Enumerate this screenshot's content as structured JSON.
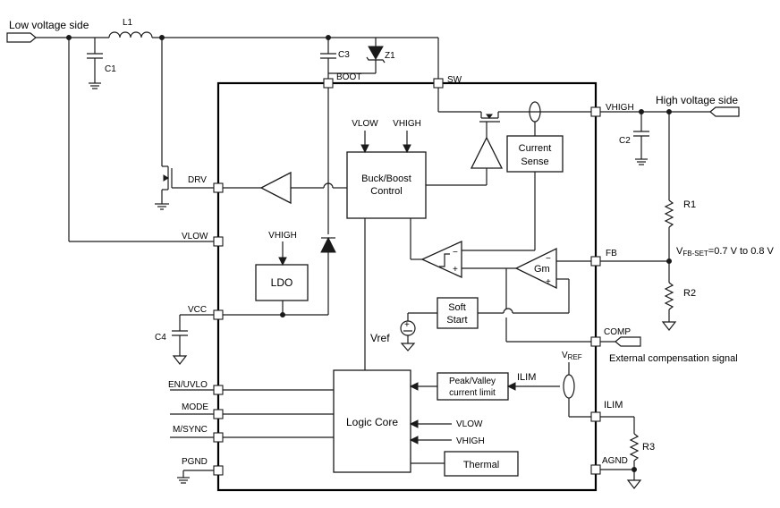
{
  "labels": {
    "low_voltage_side": "Low voltage side",
    "high_voltage_side": "High voltage side",
    "l1": "L1",
    "c1": "C1",
    "c2": "C2",
    "c3": "C3",
    "c4": "C4",
    "z1": "Z1",
    "r1": "R1",
    "r2": "R2",
    "r3": "R3",
    "vfb_main": "V",
    "vfb_sub": "FB-SET",
    "vfb_rest": "=0.7 V to 0.8 V",
    "ext_comp": "External compensation signal",
    "vref_left": "Vref",
    "vref_top_main": "V",
    "vref_top_sub": "REF",
    "ilim_arrow": "ILIM",
    "vlow_in1": "VLOW",
    "vhigh_in1": "VHIGH",
    "vhigh_ldo": "VHIGH",
    "vlow_in2": "VLOW",
    "vhigh_in2": "VHIGH",
    "gm": "Gm"
  },
  "pins": {
    "boot": "BOOT",
    "sw": "SW",
    "vhigh": "VHIGH",
    "drv": "DRV",
    "vlow": "VLOW",
    "vcc": "VCC",
    "fb": "FB",
    "comp": "COMP",
    "ilim": "ILIM",
    "agnd": "AGND",
    "en_uvlo": "EN/UVLO",
    "mode": "MODE",
    "m_sync": "M/SYNC",
    "pgnd": "PGND"
  },
  "blocks": {
    "buck_boost_l1": "Buck/Boost",
    "buck_boost_l2": "Control",
    "current_sense_l1": "Current",
    "current_sense_l2": "Sense",
    "ldo": "LDO",
    "soft_start_l1": "Soft",
    "soft_start_l2": "Start",
    "peak_valley_l1": "Peak/Valley",
    "peak_valley_l2": "current limit",
    "logic_core": "Logic Core",
    "thermal": "Thermal"
  }
}
